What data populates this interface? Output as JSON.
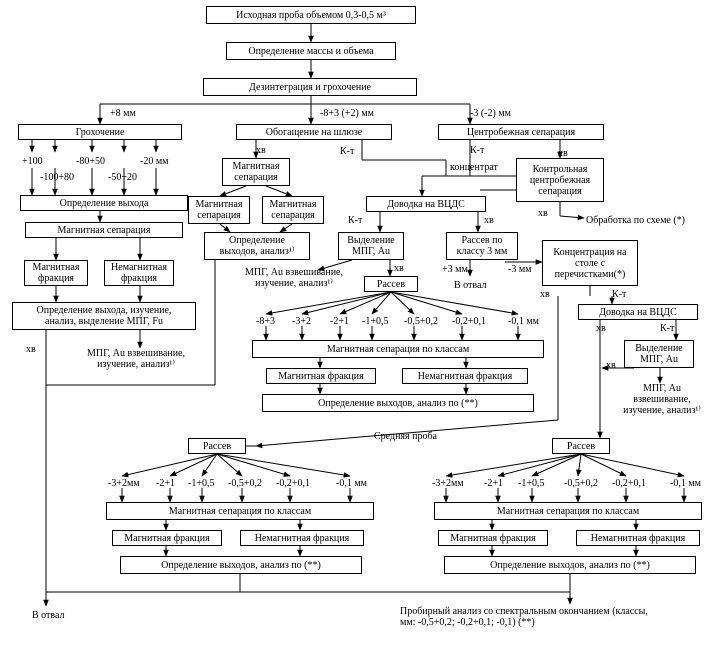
{
  "boxes": {
    "sample": "Исходная проба объемом 0,3-0,5 м³",
    "mass": "Определение массы и объема",
    "disint": "Дезинтеграция и грохочение",
    "screening": "Грохочение",
    "sluice": "Обогащение на шлюзе",
    "centrif": "Центробежная сепарация",
    "yield_left": "Определение выхода",
    "magsep_left": "Магнитная сепарация",
    "mag_frac_left": "Магнитная\nфракция",
    "nonmag_frac_left": "Немагнитная\nфракция",
    "analysis_left": "Определение выхода, изучение,\nанализ, выделение МПГ, Fu",
    "magsep2": "Магнитная\nсепарация",
    "magsep2_a": "Магнитная\nсепарация",
    "magsep2_b": "Магнитная\nсепарация",
    "yield_analysis2": "Определение\nвыходов, анализ¹⁾",
    "control_centrif": "Контрольная\nцентробежная\nсепарация",
    "vcds1": "Доводка на ВЦДС",
    "mpg_au1": "Выделение\nМПГ, Au",
    "screen3": "Рассев по\nклассу 3 мм",
    "concentration": "Концентрация на\nстоле с\nперечистками(*)",
    "sieving1": "Рассев",
    "magsep_classes1": "Магнитная сепарация по классам",
    "mag_frac1": "Магнитная фракция",
    "nonmag_frac1": "Немагнитная фракция",
    "yields1": "Определение выходов, анализ по (**)",
    "vcds2": "Доводка на ВЦДС",
    "mpg_au2": "Выделение\nМПГ, Au",
    "sieving_l": "Рассев",
    "magsep_classes_l": "Магнитная сепарация по классам",
    "mag_frac_l": "Магнитная фракция",
    "nonmag_frac_l": "Немагнитная фракция",
    "yields_l": "Определение выходов, анализ по (**)",
    "sieving_r": "Рассев",
    "magsep_classes_r": "Магнитная сепарация по классам",
    "mag_frac_r": "Магнитная фракция",
    "nonmag_frac_r": "Немагнитная фракция",
    "yields_r": "Определение выходов, анализ по (**)"
  },
  "labels": {
    "plus8": "+8 мм",
    "mid8": "-8+3 (+2) мм",
    "minus3": "-3 (-2) мм",
    "s100": "+100",
    "s80_50": "-80+50",
    "s20": "-20 мм",
    "s100_80": "-100+80",
    "s50_20": "-50+20",
    "xv_left": "хв",
    "mpg_left": "МПГ, Au взвешивание,\nизучение, анализ¹⁾",
    "xv_sluice": "хв",
    "kt_sluice": "К-т",
    "kt_centrif": "К-т",
    "xv_centrif": "хв",
    "concentrate": "концентрат",
    "xv_control": "хв",
    "processing": "Обработка по схеме (*)",
    "kt_vcds1": "К-т",
    "xv_vcds1": "хв",
    "mpg_weigh1": "МПГ, Au взвешивание,\nизучение, анализ¹⁾",
    "xv_mpg1": "хв",
    "plus3": "+3 мм",
    "minus3b": "-3 мм",
    "to_waste1": "В отвал",
    "xv_conc": "хв",
    "kt_conc": "К-т",
    "xv_vcds2": "хв",
    "kt_vcds2": "К-т",
    "xv_mpg2": "хв",
    "mpg_weigh2": "МПГ, Au\nвзвешивание,\nизучение, анализ¹⁾",
    "avg_sample": "Средняя проба",
    "to_waste_final": "В отвал",
    "spectral": "Пробирный анализ со спектральным окончанием (классы,\nмм: -0,5+0,2; -0,2+0,1; -0,1) (**)"
  },
  "classes1": [
    "-8+3",
    "-3+2",
    "-2+1",
    "-1+0,5",
    "-0,5+0,2",
    "-0,2+0,1",
    "-0,1 мм"
  ],
  "classes_left": [
    "-3+2мм",
    "-2+1",
    "-1+0,5",
    "-0,5+0,2",
    "-0,2+0,1",
    "-0,1 мм"
  ],
  "classes_right": [
    "-3+2мм",
    "-2+1",
    "-1+0,5",
    "-0,5+0,2",
    "-0,2+0,1",
    "-0,1 мм"
  ]
}
